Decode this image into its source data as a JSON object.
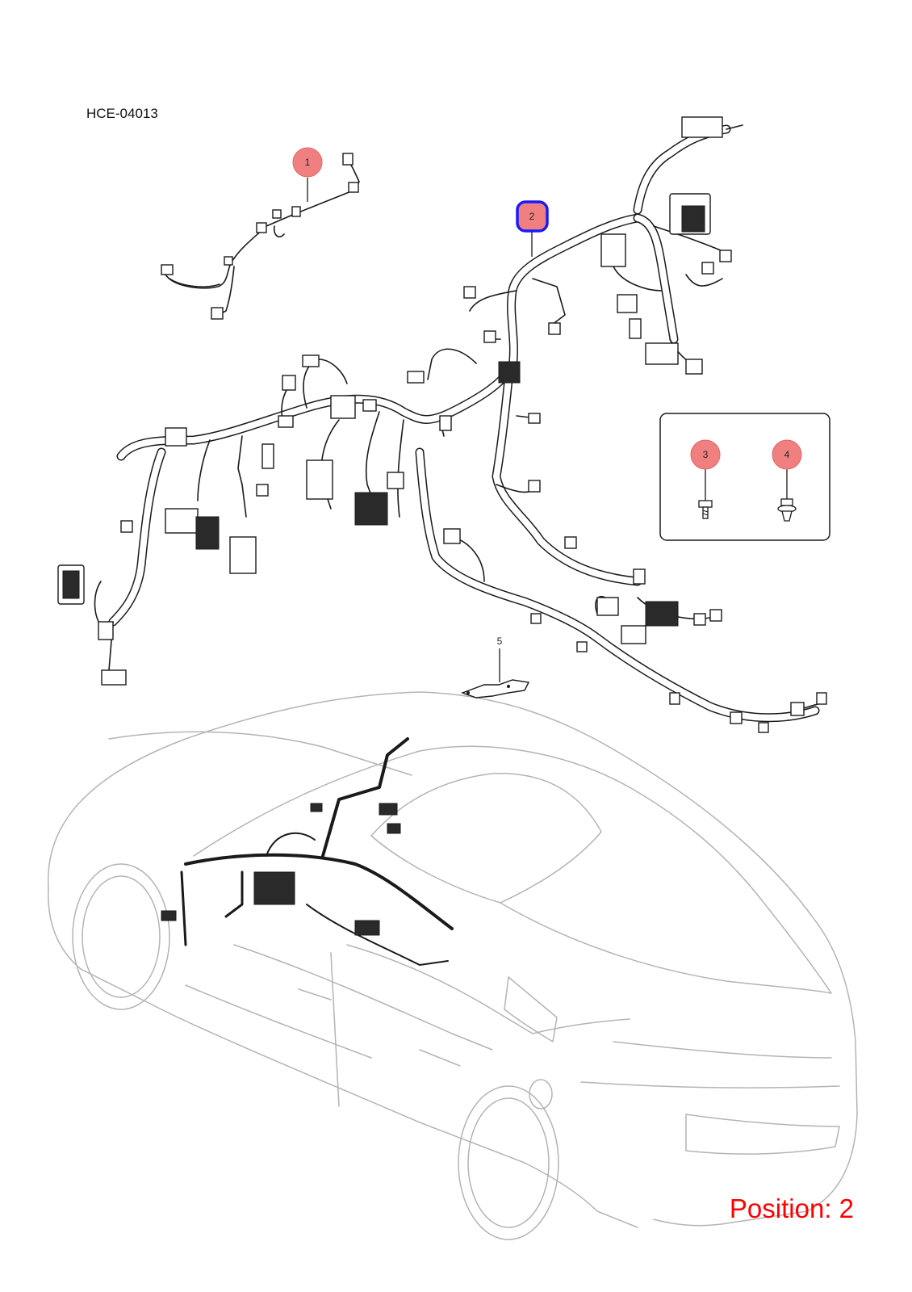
{
  "diagram": {
    "code": "HCE-04013",
    "position_label": "Position: 2",
    "selected_position": "2",
    "colors": {
      "callout_fill": "#f08080",
      "callout_stroke": "#e06666",
      "selected_outline": "#1a1aff",
      "position_text": "#ff0000",
      "car_outline": "#b4b4b4"
    },
    "callouts": [
      {
        "number": "1",
        "style": "circle"
      },
      {
        "number": "2",
        "style": "selected"
      },
      {
        "number": "3",
        "style": "circle"
      },
      {
        "number": "4",
        "style": "circle"
      },
      {
        "number": "5",
        "style": "plain"
      }
    ]
  }
}
